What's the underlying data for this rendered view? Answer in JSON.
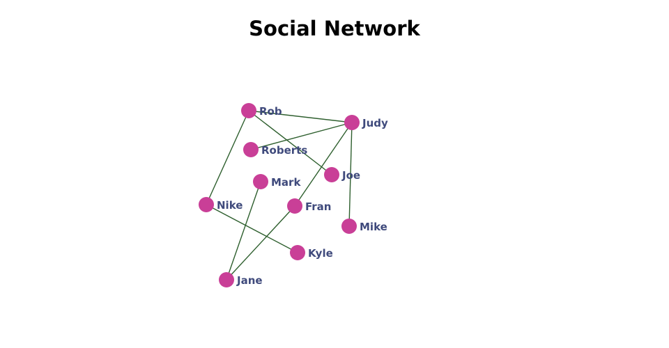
{
  "title": "Social Network",
  "colors": {
    "node": "#c93f97",
    "edge": "#2e5f2e",
    "label": "#3f4a7c"
  },
  "nodes": [
    "Rob",
    "Judy",
    "Roberts",
    "Joe",
    "Mark",
    "Nike",
    "Fran",
    "Mike",
    "Kyle",
    "Jane"
  ],
  "edges": [
    [
      "Rob",
      "Judy"
    ],
    [
      "Rob",
      "Nike"
    ],
    [
      "Rob",
      "Joe"
    ],
    [
      "Roberts",
      "Judy"
    ],
    [
      "Judy",
      "Fran"
    ],
    [
      "Judy",
      "Mike"
    ],
    [
      "Fran",
      "Jane"
    ],
    [
      "Mark",
      "Jane"
    ],
    [
      "Nike",
      "Kyle"
    ]
  ]
}
